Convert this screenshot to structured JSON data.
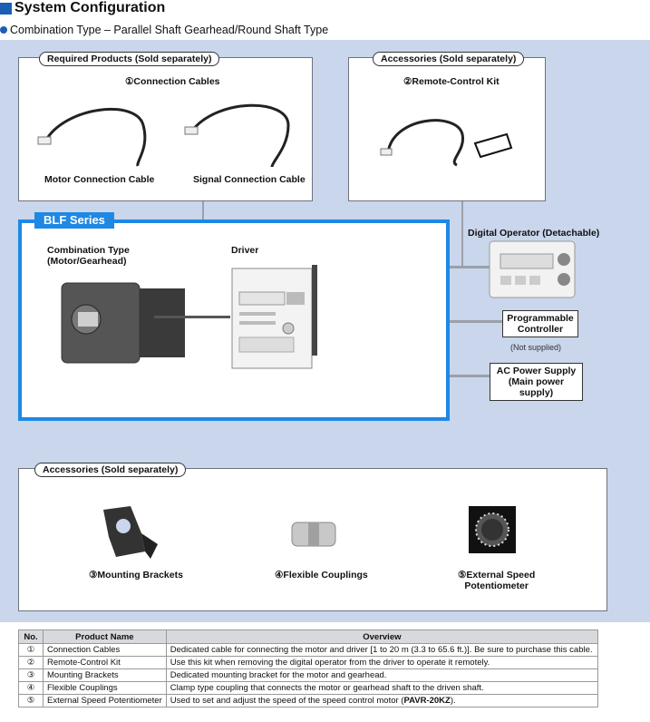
{
  "title": "System Configuration",
  "subtitle": "Combination Type – Parallel Shaft Gearhead/Round Shaft Type",
  "required": {
    "header": "Required Products (Sold separately)",
    "group_label": "①Connection Cables",
    "motor_cable": "Motor Connection Cable",
    "signal_cable": "Signal Connection Cable"
  },
  "accessories_top": {
    "header": "Accessories (Sold separately)",
    "group_label": "②Remote-Control Kit"
  },
  "blf": {
    "tab": "BLF Series",
    "combination_l1": "Combination Type",
    "combination_l2": "(Motor/Gearhead)",
    "driver": "Driver"
  },
  "digital_operator": "Digital Operator (Detachable)",
  "plc": {
    "l1": "Programmable",
    "l2": "Controller",
    "note": "(Not supplied)"
  },
  "ac_power": {
    "l1": "AC Power Supply",
    "l2": "(Main power supply)"
  },
  "accessories_bottom": {
    "header": "Accessories (Sold separately)",
    "bracket": "③Mounting Brackets",
    "coupling": "④Flexible Couplings",
    "pot_l1": "⑤External Speed",
    "pot_l2": "Potentiometer"
  },
  "table": {
    "headers": [
      "No.",
      "Product Name",
      "Overview"
    ],
    "rows": [
      {
        "no": "①",
        "name": "Connection Cables",
        "overview": "Dedicated cable for connecting the motor and driver [1 to 20 m (3.3 to 65.6 ft.)]. Be sure to purchase this cable."
      },
      {
        "no": "②",
        "name": "Remote-Control Kit",
        "overview": "Use this kit when removing the digital operator from the driver to operate it remotely."
      },
      {
        "no": "③",
        "name": "Mounting Brackets",
        "overview": "Dedicated mounting bracket for the motor and gearhead."
      },
      {
        "no": "④",
        "name": "Flexible Couplings",
        "overview": "Clamp type coupling that connects the motor or gearhead shaft to the driven shaft."
      },
      {
        "no": "⑤",
        "name": "External Speed Potentiometer",
        "overview_pre": "Used to set and adjust the speed of the speed control motor (",
        "overview_bold": "PAVR-20KZ",
        "overview_post": ")."
      }
    ]
  }
}
